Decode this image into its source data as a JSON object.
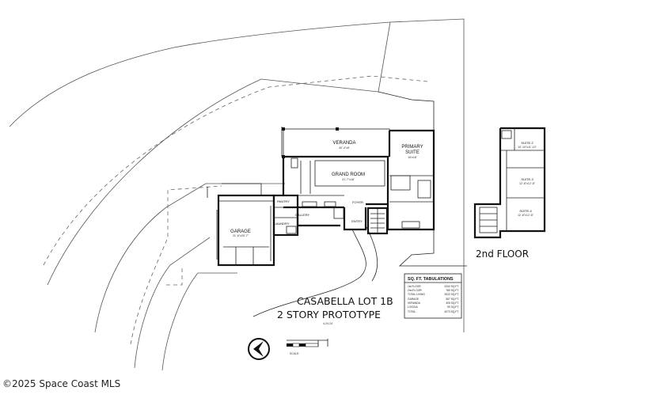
{
  "rooms": {
    "veranda": "VERANDA",
    "veranda_dim": "40'-4\"x9'",
    "primary_suite": "PRIMARY",
    "primary_suite_2": "SUITE",
    "primary_dim": "16'x18'",
    "grand_room": "GRAND ROOM",
    "grand_room_dim": "31'-7\"x18'",
    "pantry": "PANTRY",
    "gallery": "GALLERY",
    "laundry": "LAUNDRY",
    "foyer": "FOYER",
    "entry": "ENTRY",
    "garage": "GARAGE",
    "garage_dim": "21'-6\"x25'-7\"",
    "suite2": "SUITE-2",
    "suite2_dim": "10'-10\"x11'-10\"",
    "suite3": "SUITE-3",
    "suite3_dim": "12'-8\"x12'-8\"",
    "suite4": "SUITE-4",
    "suite4_dim": "12'-8\"x12'-8\""
  },
  "second_floor_label": "2nd FLOOR",
  "title": {
    "line1": "CASABELLA LOT 1B",
    "line2": "2 STORY PROTOTYPE",
    "date": "4-24-24"
  },
  "scale_label": "SCALE:",
  "tabulation": {
    "heading": "SQ. FT. TABULATIONS",
    "rows": [
      {
        "label": "1st FLOOR",
        "value": "2242 SQ.FT."
      },
      {
        "label": "2nd FLOOR",
        "value": "780 SQ.FT."
      },
      {
        "label": "TOTAL LIVING",
        "value": "3022 SQ.FT."
      },
      {
        "label": "GARAGE",
        "value": "557 SQ.FT."
      },
      {
        "label": "VERANDA",
        "value": "405 SQ.FT."
      },
      {
        "label": "LOGGIA",
        "value": "90 SQ.FT."
      },
      {
        "label": "TOTAL",
        "value": "4073 SQ.FT."
      }
    ]
  },
  "copyright": "©2025 Space Coast MLS"
}
